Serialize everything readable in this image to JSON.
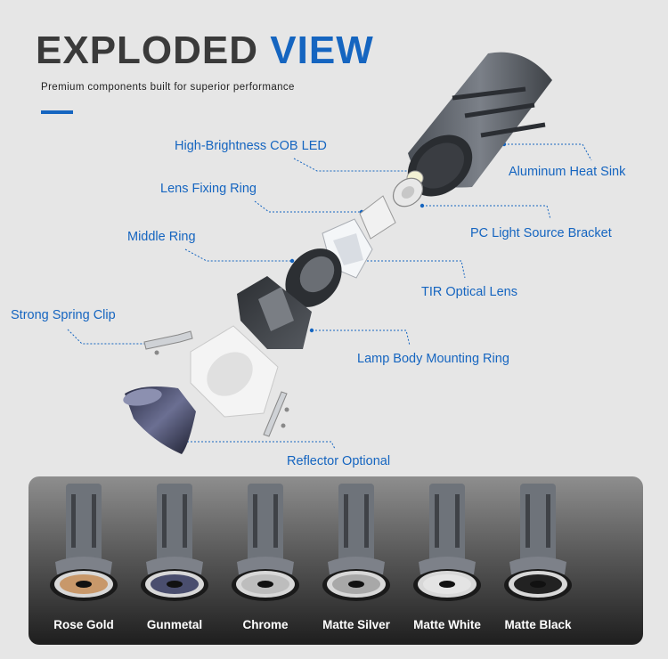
{
  "header": {
    "title_part1": "EXPLODED",
    "title_part2": "VIEW",
    "subtitle": "Premium components built for superior performance",
    "accent_color": "#1565c0"
  },
  "labels": {
    "cob_led": "High-Brightness COB LED",
    "heat_sink": "Aluminum Heat Sink",
    "lens_fixing_ring": "Lens Fixing Ring",
    "pc_bracket": "PC Light Source Bracket",
    "middle_ring": "Middle Ring",
    "tir_lens": "TIR Optical Lens",
    "spring_clip": "Strong Spring Clip",
    "mounting_ring": "Lamp Body Mounting Ring",
    "reflector": "Reflector Optional"
  },
  "finishes": [
    {
      "name": "Rose Gold",
      "reflector_color": "#c8986a"
    },
    {
      "name": "Gunmetal",
      "reflector_color": "#4a4e6e"
    },
    {
      "name": "Chrome",
      "reflector_color": "#bdbdbd"
    },
    {
      "name": "Matte Silver",
      "reflector_color": "#a8a8a8"
    },
    {
      "name": "Matte White",
      "reflector_color": "#e4e4e4"
    },
    {
      "name": "Matte Black",
      "reflector_color": "#222222"
    }
  ]
}
